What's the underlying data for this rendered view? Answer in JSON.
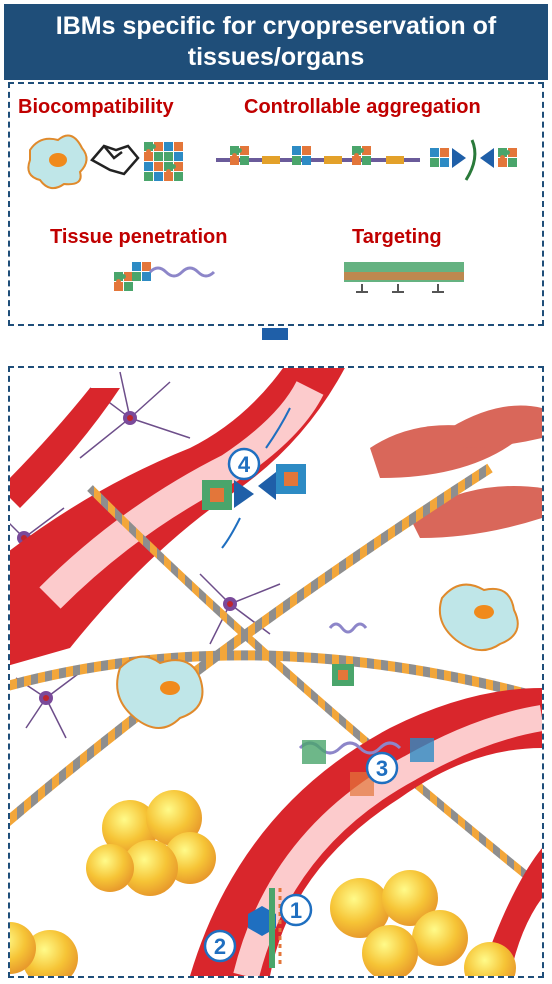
{
  "title": "IBMs specific for cryopreservation of tissues/organs",
  "features": {
    "biocompatibility": "Biocompatibility",
    "controllable_aggregation": "Controllable aggregation",
    "tissue_penetration": "Tissue penetration",
    "targeting": "Targeting"
  },
  "markers": {
    "m1": "1",
    "m2": "2",
    "m3": "3",
    "m4": "4"
  },
  "colors": {
    "header_bg": "#1f4e79",
    "feature_text": "#c00000",
    "vessel": "#d9262c",
    "marker": "#1f6fc0"
  }
}
